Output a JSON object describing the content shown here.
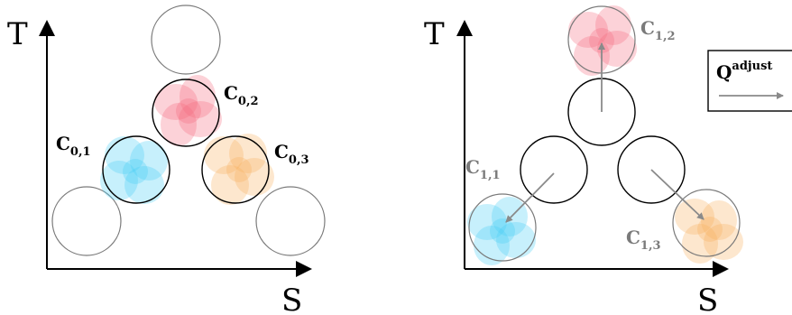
{
  "left_panel": {
    "y_axis_label": "T",
    "x_axis_label": "S",
    "labels": {
      "c02": {
        "main": "C",
        "sub": "0,2"
      },
      "c01": {
        "main": "C",
        "sub": "0,1"
      },
      "c03": {
        "main": "C",
        "sub": "0,3"
      }
    }
  },
  "right_panel": {
    "y_axis_label": "T",
    "x_axis_label": "S",
    "labels": {
      "c12": {
        "main": "C",
        "sub": "1,2"
      },
      "c11": {
        "main": "C",
        "sub": "1,1"
      },
      "c13": {
        "main": "C",
        "sub": "1,3"
      }
    },
    "legend": {
      "main": "Q",
      "sup": "adjust"
    }
  },
  "colors": {
    "red": "#f56b7d",
    "blue": "#46cdf5",
    "orange": "#f9b15c",
    "arrow_gray": "#8a8a8a",
    "circle_gray": "#7a7a7a"
  }
}
